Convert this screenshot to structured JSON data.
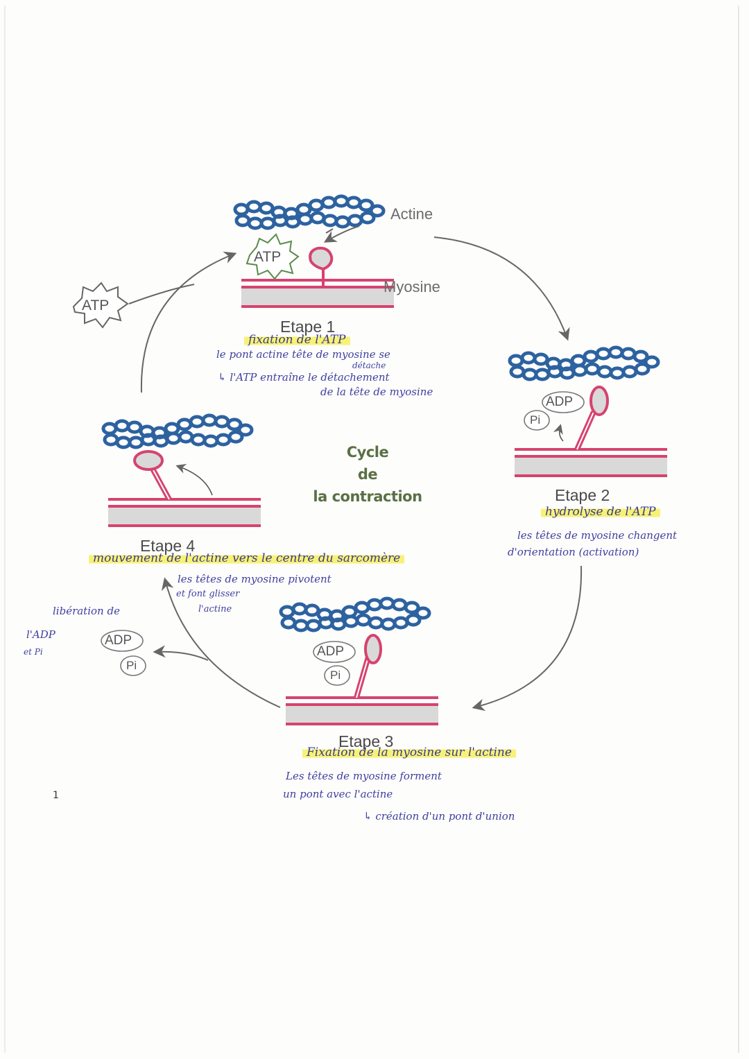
{
  "title": {
    "line1": "Cycle",
    "line2": "de",
    "line3": "la contraction",
    "color": "#5a7044"
  },
  "labels": {
    "actine": "Actine",
    "myosine": "Myosine"
  },
  "molecules": {
    "atp": "ATP",
    "adp": "ADP",
    "pi": "Pi"
  },
  "steps": [
    {
      "heading": "Etape 1",
      "highlight": "fixation de l'ATP",
      "notes": [
        "le pont actine tête de myosine se",
        "détache",
        "↳ l'ATP entraîne le détachement",
        "de la tête de myosine"
      ]
    },
    {
      "heading": "Etape 2",
      "highlight": "hydrolyse de l'ATP",
      "notes": [
        "les têtes de myosine changent",
        "d'orientation (activation)"
      ]
    },
    {
      "heading": "Etape 3",
      "highlight": "Fixation de la myosine sur l'actine",
      "notes": [
        "Les têtes de myosine forment",
        "un pont avec l'actine",
        "↳ création d'un pont d'union"
      ]
    },
    {
      "heading": "Etape 4",
      "highlight": "mouvement de l'actine vers le centre du sarcomère",
      "notes": [
        "les têtes de myosine pivotent",
        "et font glisser",
        "l'actine"
      ]
    }
  ],
  "release_note": {
    "line1": "libération de",
    "line2": "l'ADP",
    "line3": "et Pi"
  },
  "page_number": "1",
  "colors": {
    "actin": "#2d62a0",
    "myosin_outline": "#d6436e",
    "myosin_fill": "#d9d9d9",
    "highlight": "#f7f276",
    "handwriting": "#3f3fa0",
    "arrow": "#666666"
  }
}
